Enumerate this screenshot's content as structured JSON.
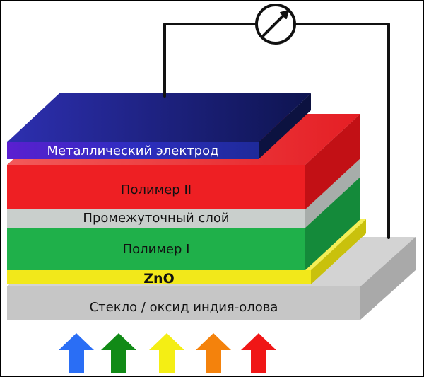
{
  "labels": {
    "metal_electrode": "Металлический электрод",
    "polymer_2": "Полимер II",
    "interlayer": "Промежуточный слой",
    "polymer_1": "Полимер I",
    "zno": "ZnO",
    "substrate": "Стекло / оксид индия-олова"
  },
  "colors": {
    "metal_electrode": "#2a2ab8",
    "polymer_2": "#ee1f23",
    "interlayer": "#c9cfcc",
    "polymer_1": "#1fb04a",
    "zno": "#f2e81a",
    "substrate": "#c6c6c6",
    "wire": "#111111"
  },
  "meter": {
    "icon": "ammeter-icon"
  },
  "light_arrows": [
    {
      "name": "blue-arrow-icon",
      "color": "#2a6ef5"
    },
    {
      "name": "green-arrow-icon",
      "color": "#118a16"
    },
    {
      "name": "yellow-arrow-icon",
      "color": "#f4ee14"
    },
    {
      "name": "orange-arrow-icon",
      "color": "#f4820c"
    },
    {
      "name": "red-arrow-icon",
      "color": "#f01616"
    }
  ]
}
